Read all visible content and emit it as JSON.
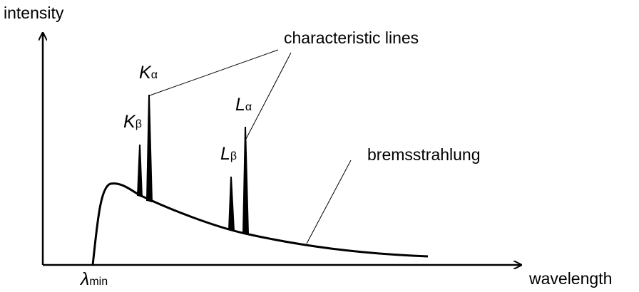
{
  "axes": {
    "y_label": "intensity",
    "x_label": "wavelength",
    "x_marker": {
      "symbol": "λ",
      "subscript": "min"
    }
  },
  "peaks": [
    {
      "name": "K",
      "subscript": "β"
    },
    {
      "name": "K",
      "subscript": "α"
    },
    {
      "name": "L",
      "subscript": "β"
    },
    {
      "name": "L",
      "subscript": "α"
    }
  ],
  "annotations": {
    "characteristic": "characteristic lines",
    "continuum": "bremsstrahlung"
  },
  "colors": {
    "stroke": "#000000",
    "background": "#ffffff"
  }
}
